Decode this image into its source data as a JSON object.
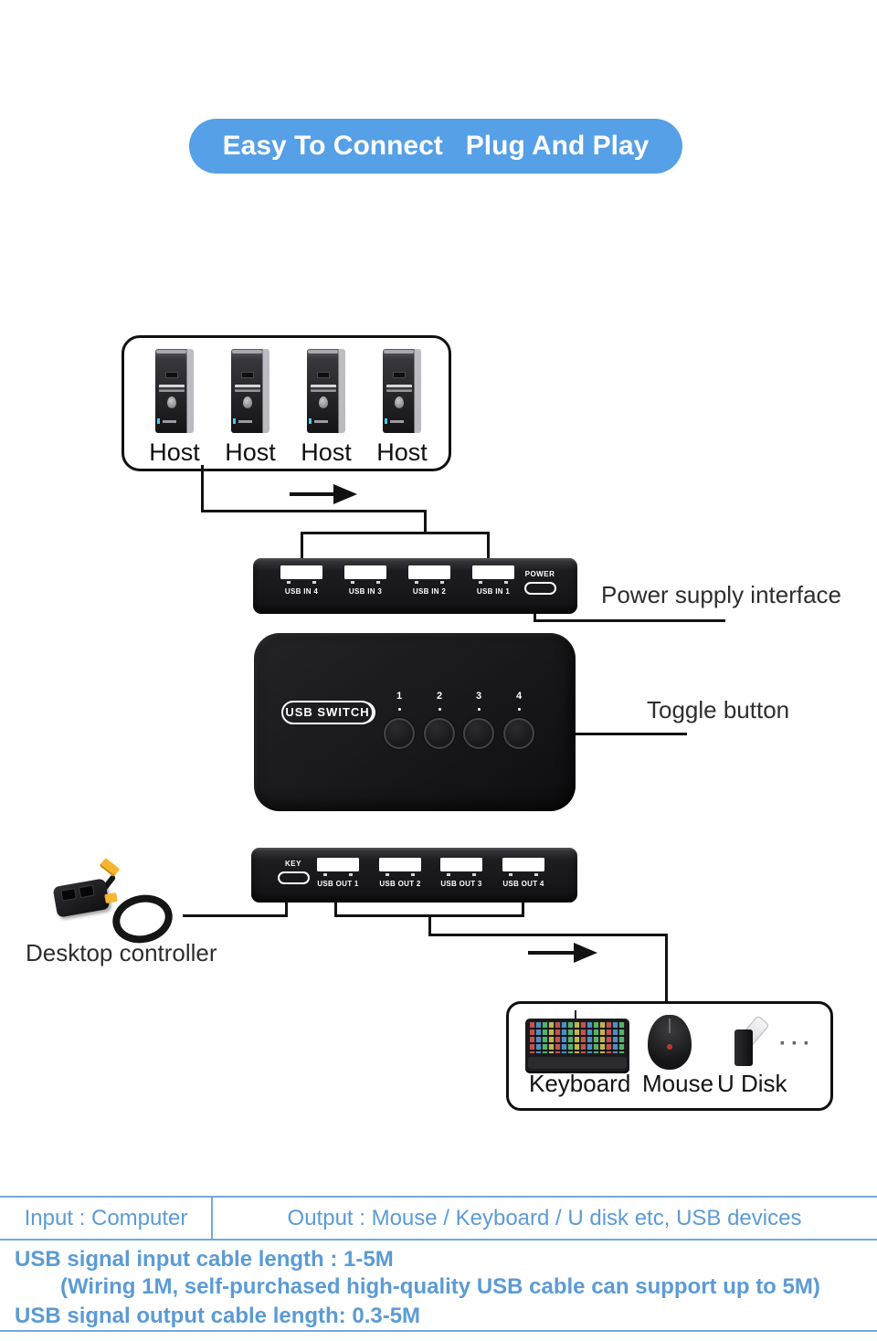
{
  "banner": {
    "title": "Easy To Connect   Plug And Play"
  },
  "hosts": {
    "labels": [
      "Host",
      "Host",
      "Host",
      "Host"
    ]
  },
  "top_panel": {
    "ports": [
      "USB IN 4",
      "USB IN 3",
      "USB IN 2",
      "USB IN 1"
    ],
    "power_label": "POWER"
  },
  "front_panel": {
    "logo": "USB SWITCH",
    "channels": [
      "1",
      "2",
      "3",
      "4"
    ]
  },
  "bottom_panel": {
    "key_label": "KEY",
    "ports": [
      "USB OUT 1",
      "USB OUT 2",
      "USB OUT 3",
      "USB OUT 4"
    ]
  },
  "callouts": {
    "power": "Power supply interface",
    "toggle": "Toggle button",
    "controller": "Desktop controller"
  },
  "peripherals": {
    "labels": [
      "Keyboard",
      "Mouse",
      "U Disk"
    ],
    "more": "···"
  },
  "specs": {
    "input": "Input : Computer",
    "output": "Output : Mouse / Keyboard / U disk etc, USB devices",
    "input_cable": "USB signal input cable length : 1-5M",
    "input_cable_note": "(Wiring 1M, self-purchased high-quality USB cable can support up to 5M)",
    "output_cable": "USB signal output cable length: 0.3-5M"
  },
  "colors": {
    "banner_blue": "#55a0e6",
    "spec_text_blue": "#5b9bd5",
    "spec_line_blue": "#74a9d8",
    "device_black": "#161618",
    "cable_yellow": "#f5b52e"
  }
}
